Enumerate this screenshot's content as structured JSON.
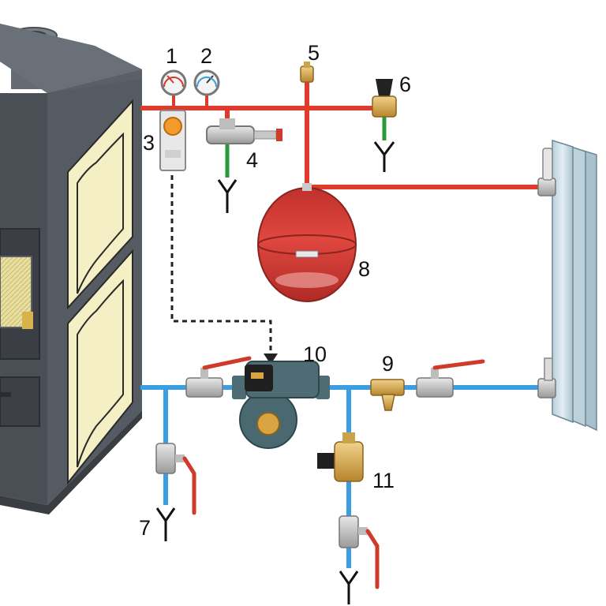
{
  "colors": {
    "hot_pipe": "#e03a2b",
    "cold_pipe": "#3b9ee0",
    "drain_pipe": "#2a9a3a",
    "stove_body": "#5a6068",
    "stove_panel": "#f4efc4",
    "tank": "#d33a33",
    "radiator": "#c9dde6",
    "pump": "#4f6b73",
    "valve_brass": "#d9a441",
    "valve_handle": "#d03a2a"
  },
  "components": [
    {
      "id": "pressure-gauge",
      "label": "1"
    },
    {
      "id": "thermometer",
      "label": "2"
    },
    {
      "id": "thermostat",
      "label": "3"
    },
    {
      "id": "thermal-discharge-valve",
      "label": "4"
    },
    {
      "id": "air-vent",
      "label": "5"
    },
    {
      "id": "safety-valve",
      "label": "6"
    },
    {
      "id": "drain-valve",
      "label": "7"
    },
    {
      "id": "expansion-vessel",
      "label": "8"
    },
    {
      "id": "strainer",
      "label": "9"
    },
    {
      "id": "circulation-pump",
      "label": "10"
    },
    {
      "id": "filling-valve",
      "label": "11"
    }
  ]
}
